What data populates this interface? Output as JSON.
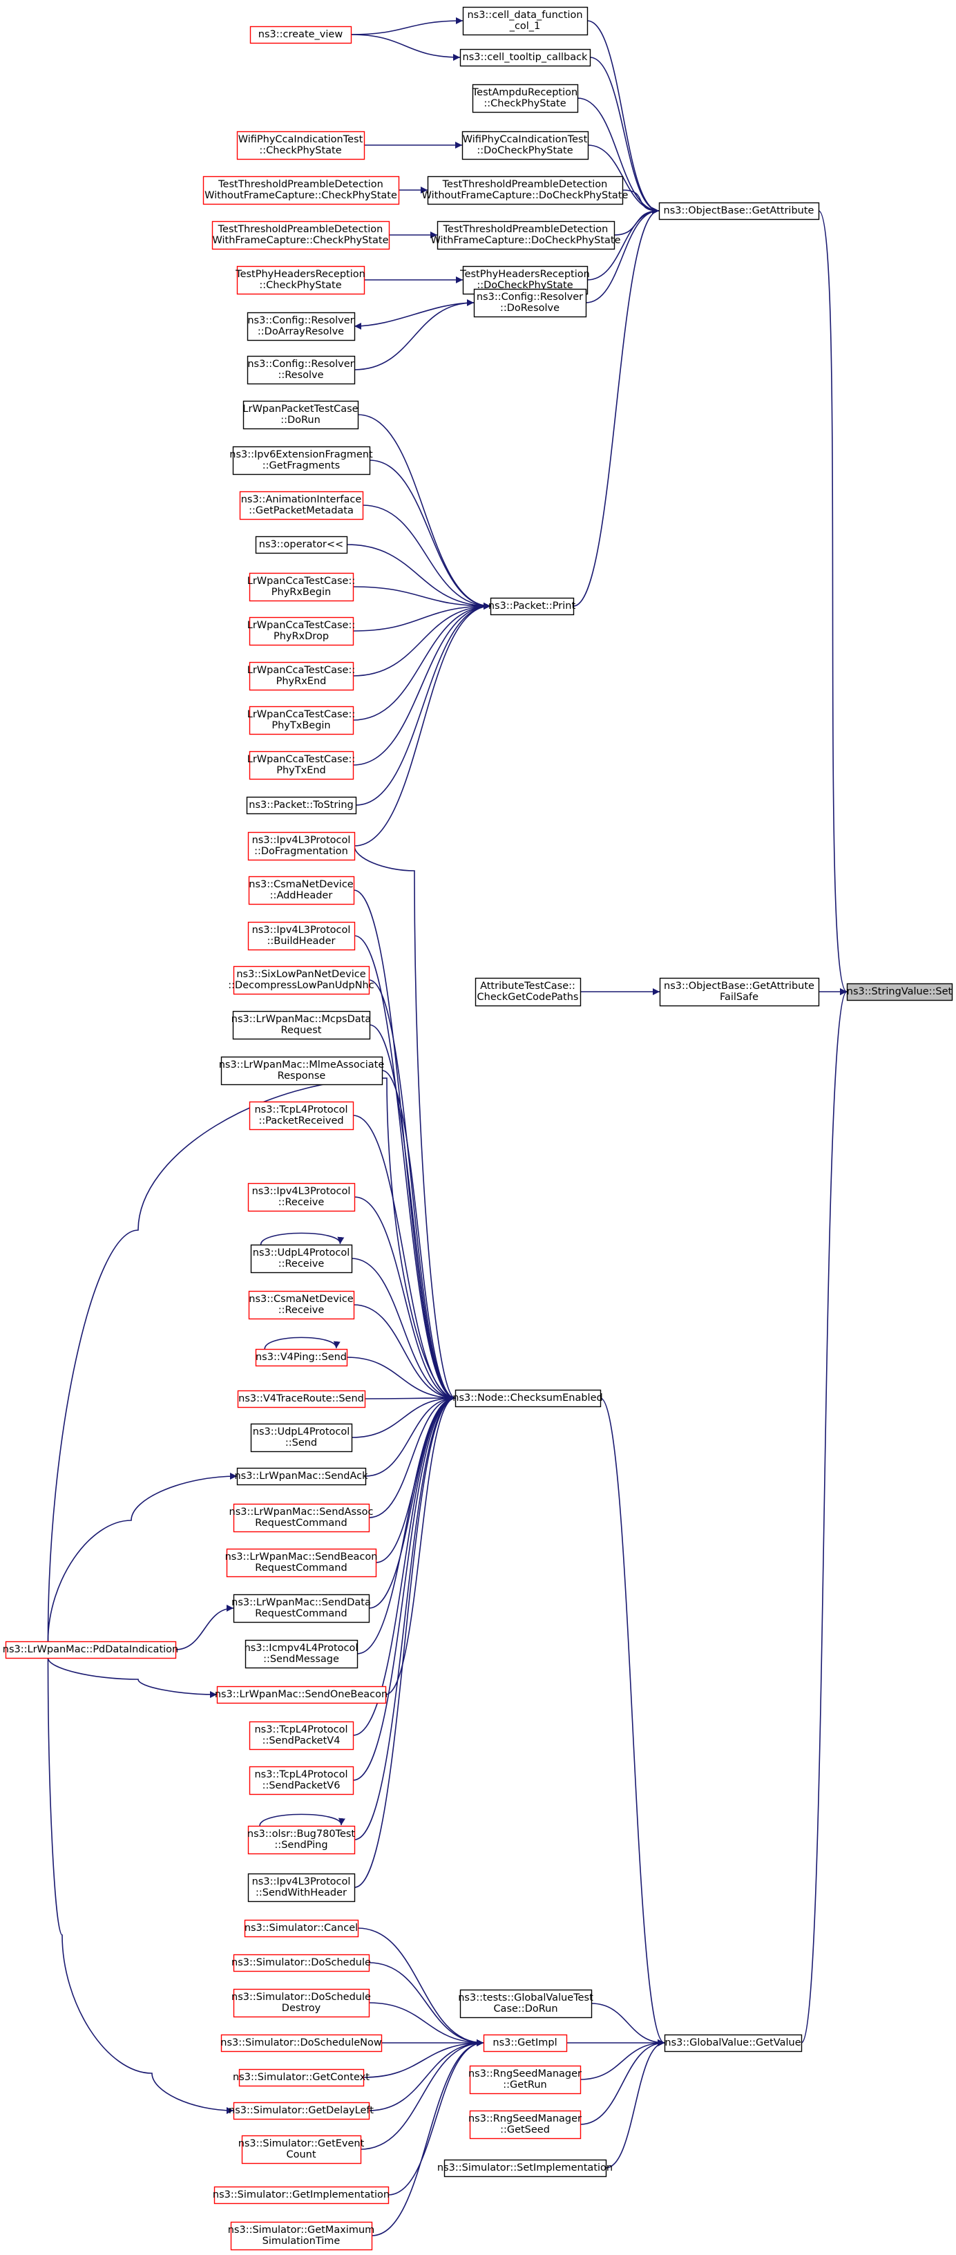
{
  "diagram": {
    "type": "caller-graph",
    "colors": {
      "edge": "#191970",
      "border_documented": "#000000",
      "border_undocumented": "#ff0000",
      "target_fill": "#bfbfbf",
      "node_fill": "#ffffff"
    },
    "nodes": [
      {
        "id": "stringvalue_set",
        "lines": [
          "ns3::StringValue::Set"
        ],
        "style": "target"
      },
      {
        "id": "getattribute",
        "lines": [
          "ns3::ObjectBase::GetAttribute"
        ],
        "style": "black"
      },
      {
        "id": "getattributefailsafe",
        "lines": [
          "ns3::ObjectBase::GetAttribute",
          "FailSafe"
        ],
        "style": "black"
      },
      {
        "id": "globalvalue_getvalue",
        "lines": [
          "ns3::GlobalValue::GetValue"
        ],
        "style": "black"
      },
      {
        "id": "cell_data_function",
        "lines": [
          "ns3::cell_data_function",
          "_col_1"
        ],
        "style": "black"
      },
      {
        "id": "create_view",
        "lines": [
          "ns3::create_view"
        ],
        "style": "red"
      },
      {
        "id": "cell_tooltip_callback",
        "lines": [
          "ns3::cell_tooltip_callback"
        ],
        "style": "black"
      },
      {
        "id": "ampdu_checkphystate",
        "lines": [
          "TestAmpduReception",
          "::CheckPhyState"
        ],
        "style": "black"
      },
      {
        "id": "wifi_cca_docheck",
        "lines": [
          "WifiPhyCcaIndicationTest",
          "::DoCheckPhyState"
        ],
        "style": "black"
      },
      {
        "id": "wifi_cca_check",
        "lines": [
          "WifiPhyCcaIndicationTest",
          "::CheckPhyState"
        ],
        "style": "red"
      },
      {
        "id": "tpdwo_docheck",
        "lines": [
          "TestThresholdPreambleDetection",
          "WithoutFrameCapture::DoCheckPhyState"
        ],
        "style": "black"
      },
      {
        "id": "tpdwo_check",
        "lines": [
          "TestThresholdPreambleDetection",
          "WithoutFrameCapture::CheckPhyState"
        ],
        "style": "red"
      },
      {
        "id": "tpdw_docheck",
        "lines": [
          "TestThresholdPreambleDetection",
          "WithFrameCapture::DoCheckPhyState"
        ],
        "style": "black"
      },
      {
        "id": "tpdw_check",
        "lines": [
          "TestThresholdPreambleDetection",
          "WithFrameCapture::CheckPhyState"
        ],
        "style": "red"
      },
      {
        "id": "phyheaders_docheck",
        "lines": [
          "TestPhyHeadersReception",
          "::DoCheckPhyState"
        ],
        "style": "black"
      },
      {
        "id": "phyheaders_check",
        "lines": [
          "TestPhyHeadersReception",
          "::CheckPhyState"
        ],
        "style": "red"
      },
      {
        "id": "config_doresolve",
        "lines": [
          "ns3::Config::Resolver",
          "::DoResolve"
        ],
        "style": "black"
      },
      {
        "id": "config_doarrayresolve",
        "lines": [
          "ns3::Config::Resolver",
          "::DoArrayResolve"
        ],
        "style": "black"
      },
      {
        "id": "config_resolve",
        "lines": [
          "ns3::Config::Resolver",
          "::Resolve"
        ],
        "style": "black"
      },
      {
        "id": "packet_print",
        "lines": [
          "ns3::Packet::Print"
        ],
        "style": "black"
      },
      {
        "id": "lrwpan_packet_dorun",
        "lines": [
          "LrWpanPacketTestCase",
          "::DoRun"
        ],
        "style": "black"
      },
      {
        "id": "ipv6_getfragments",
        "lines": [
          "ns3::Ipv6ExtensionFragment",
          "::GetFragments"
        ],
        "style": "black"
      },
      {
        "id": "anim_getpacketmetadata",
        "lines": [
          "ns3::AnimationInterface",
          "::GetPacketMetadata"
        ],
        "style": "red"
      },
      {
        "id": "operator_shift",
        "lines": [
          "ns3::operator<<"
        ],
        "style": "black"
      },
      {
        "id": "cca_phyrxbegin",
        "lines": [
          "LrWpanCcaTestCase::",
          "PhyRxBegin"
        ],
        "style": "red"
      },
      {
        "id": "cca_phyrxdrop",
        "lines": [
          "LrWpanCcaTestCase::",
          "PhyRxDrop"
        ],
        "style": "red"
      },
      {
        "id": "cca_phyrxend",
        "lines": [
          "LrWpanCcaTestCase::",
          "PhyRxEnd"
        ],
        "style": "red"
      },
      {
        "id": "cca_phytxbegin",
        "lines": [
          "LrWpanCcaTestCase::",
          "PhyTxBegin"
        ],
        "style": "red"
      },
      {
        "id": "cca_phytxend",
        "lines": [
          "LrWpanCcaTestCase::",
          "PhyTxEnd"
        ],
        "style": "red"
      },
      {
        "id": "packet_tostring",
        "lines": [
          "ns3::Packet::ToString"
        ],
        "style": "black"
      },
      {
        "id": "ipv4_dofrag",
        "lines": [
          "ns3::Ipv4L3Protocol",
          "::DoFragmentation"
        ],
        "style": "red"
      },
      {
        "id": "node_checksum",
        "lines": [
          "ns3::Node::ChecksumEnabled"
        ],
        "style": "black"
      },
      {
        "id": "csma_addheader",
        "lines": [
          "ns3::CsmaNetDevice",
          "::AddHeader"
        ],
        "style": "red"
      },
      {
        "id": "ipv4_buildheader",
        "lines": [
          "ns3::Ipv4L3Protocol",
          "::BuildHeader"
        ],
        "style": "red"
      },
      {
        "id": "sixlowpan_decompress",
        "lines": [
          "ns3::SixLowPanNetDevice",
          "::DecompressLowPanUdpNhc"
        ],
        "style": "red"
      },
      {
        "id": "lrwpan_mcpsdata",
        "lines": [
          "ns3::LrWpanMac::McpsData",
          "Request"
        ],
        "style": "black"
      },
      {
        "id": "lrwpan_mlmeassoc",
        "lines": [
          "ns3::LrWpanMac::MlmeAssociate",
          "Response"
        ],
        "style": "black"
      },
      {
        "id": "tcp_packetreceived",
        "lines": [
          "ns3::TcpL4Protocol",
          "::PacketReceived"
        ],
        "style": "red"
      },
      {
        "id": "ipv4_receive",
        "lines": [
          "ns3::Ipv4L3Protocol",
          "::Receive"
        ],
        "style": "red"
      },
      {
        "id": "udp_receive",
        "lines": [
          "ns3::UdpL4Protocol",
          "::Receive"
        ],
        "style": "black"
      },
      {
        "id": "csma_receive",
        "lines": [
          "ns3::CsmaNetDevice",
          "::Receive"
        ],
        "style": "red"
      },
      {
        "id": "v4ping_send",
        "lines": [
          "ns3::V4Ping::Send"
        ],
        "style": "red"
      },
      {
        "id": "v4traceroute_send",
        "lines": [
          "ns3::V4TraceRoute::Send"
        ],
        "style": "red"
      },
      {
        "id": "udp_send",
        "lines": [
          "ns3::UdpL4Protocol",
          "::Send"
        ],
        "style": "black"
      },
      {
        "id": "lrwpan_sendack",
        "lines": [
          "ns3::LrWpanMac::SendAck"
        ],
        "style": "black"
      },
      {
        "id": "lrwpan_sendassoc",
        "lines": [
          "ns3::LrWpanMac::SendAssoc",
          "RequestCommand"
        ],
        "style": "red"
      },
      {
        "id": "lrwpan_sendbeacon",
        "lines": [
          "ns3::LrWpanMac::SendBeacon",
          "RequestCommand"
        ],
        "style": "red"
      },
      {
        "id": "lrwpan_senddata",
        "lines": [
          "ns3::LrWpanMac::SendData",
          "RequestCommand"
        ],
        "style": "black"
      },
      {
        "id": "icmpv4_sendmessage",
        "lines": [
          "ns3::Icmpv4L4Protocol",
          "::SendMessage"
        ],
        "style": "black"
      },
      {
        "id": "lrwpan_sendonebeacon",
        "lines": [
          "ns3::LrWpanMac::SendOneBeacon"
        ],
        "style": "red"
      },
      {
        "id": "tcp_sendpacketv4",
        "lines": [
          "ns3::TcpL4Protocol",
          "::SendPacketV4"
        ],
        "style": "red"
      },
      {
        "id": "tcp_sendpacketv6",
        "lines": [
          "ns3::TcpL4Protocol",
          "::SendPacketV6"
        ],
        "style": "red"
      },
      {
        "id": "olsr_bug780",
        "lines": [
          "ns3::olsr::Bug780Test",
          "::SendPing"
        ],
        "style": "red"
      },
      {
        "id": "ipv4_sendwithheader",
        "lines": [
          "ns3::Ipv4L3Protocol",
          "::SendWithHeader"
        ],
        "style": "black"
      },
      {
        "id": "lrwpan_pddataindication",
        "lines": [
          "ns3::LrWpanMac::PdDataIndication"
        ],
        "style": "red"
      },
      {
        "id": "attrtest_checkget",
        "lines": [
          "AttributeTestCase::",
          "CheckGetCodePaths"
        ],
        "style": "black"
      },
      {
        "id": "globalvaluetest_dorun",
        "lines": [
          "ns3::tests::GlobalValueTest",
          "Case::DoRun"
        ],
        "style": "black"
      },
      {
        "id": "getimpl",
        "lines": [
          "ns3::GetImpl"
        ],
        "style": "red"
      },
      {
        "id": "rng_getrun",
        "lines": [
          "ns3::RngSeedManager",
          "::GetRun"
        ],
        "style": "red"
      },
      {
        "id": "rng_getseed",
        "lines": [
          "ns3::RngSeedManager",
          "::GetSeed"
        ],
        "style": "red"
      },
      {
        "id": "sim_setimpl",
        "lines": [
          "ns3::Simulator::SetImplementation"
        ],
        "style": "black"
      },
      {
        "id": "sim_cancel",
        "lines": [
          "ns3::Simulator::Cancel"
        ],
        "style": "red"
      },
      {
        "id": "sim_doschedule",
        "lines": [
          "ns3::Simulator::DoSchedule"
        ],
        "style": "red"
      },
      {
        "id": "sim_doscheduledestroy",
        "lines": [
          "ns3::Simulator::DoSchedule",
          "Destroy"
        ],
        "style": "red"
      },
      {
        "id": "sim_doschedulenow",
        "lines": [
          "ns3::Simulator::DoScheduleNow"
        ],
        "style": "red"
      },
      {
        "id": "sim_getcontext",
        "lines": [
          "ns3::Simulator::GetContext"
        ],
        "style": "red"
      },
      {
        "id": "sim_getdelayleft",
        "lines": [
          "ns3::Simulator::GetDelayLeft"
        ],
        "style": "red"
      },
      {
        "id": "sim_geteventcount",
        "lines": [
          "ns3::Simulator::GetEvent",
          "Count"
        ],
        "style": "red"
      },
      {
        "id": "sim_getimplementation",
        "lines": [
          "ns3::Simulator::GetImplementation"
        ],
        "style": "red"
      },
      {
        "id": "sim_getmaxsimtime",
        "lines": [
          "ns3::Simulator::GetMaximum",
          "SimulationTime"
        ],
        "style": "red"
      }
    ],
    "edges": [
      {
        "from": "getattribute",
        "to": "stringvalue_set"
      },
      {
        "from": "getattributefailsafe",
        "to": "stringvalue_set"
      },
      {
        "from": "globalvalue_getvalue",
        "to": "stringvalue_set"
      },
      {
        "from": "cell_data_function",
        "to": "getattribute"
      },
      {
        "from": "create_view",
        "to": "cell_data_function"
      },
      {
        "from": "create_view",
        "to": "cell_tooltip_callback"
      },
      {
        "from": "cell_tooltip_callback",
        "to": "getattribute"
      },
      {
        "from": "ampdu_checkphystate",
        "to": "getattribute"
      },
      {
        "from": "wifi_cca_docheck",
        "to": "getattribute"
      },
      {
        "from": "wifi_cca_check",
        "to": "wifi_cca_docheck"
      },
      {
        "from": "tpdwo_docheck",
        "to": "getattribute"
      },
      {
        "from": "tpdwo_check",
        "to": "tpdwo_docheck"
      },
      {
        "from": "tpdw_docheck",
        "to": "getattribute"
      },
      {
        "from": "tpdw_check",
        "to": "tpdw_docheck"
      },
      {
        "from": "phyheaders_docheck",
        "to": "getattribute"
      },
      {
        "from": "phyheaders_check",
        "to": "phyheaders_docheck"
      },
      {
        "from": "config_doresolve",
        "to": "getattribute"
      },
      {
        "from": "config_doresolve",
        "to": "config_doresolve"
      },
      {
        "from": "config_doresolve",
        "to": "config_doarrayresolve"
      },
      {
        "from": "config_resolve",
        "to": "config_doresolve"
      },
      {
        "from": "packet_print",
        "to": "getattribute"
      },
      {
        "from": "lrwpan_packet_dorun",
        "to": "packet_print"
      },
      {
        "from": "ipv6_getfragments",
        "to": "packet_print"
      },
      {
        "from": "anim_getpacketmetadata",
        "to": "packet_print"
      },
      {
        "from": "operator_shift",
        "to": "packet_print"
      },
      {
        "from": "cca_phyrxbegin",
        "to": "packet_print"
      },
      {
        "from": "cca_phyrxdrop",
        "to": "packet_print"
      },
      {
        "from": "cca_phyrxend",
        "to": "packet_print"
      },
      {
        "from": "cca_phytxbegin",
        "to": "packet_print"
      },
      {
        "from": "cca_phytxend",
        "to": "packet_print"
      },
      {
        "from": "packet_tostring",
        "to": "packet_print"
      },
      {
        "from": "ipv4_dofrag",
        "to": "packet_print"
      },
      {
        "from": "attrtest_checkget",
        "to": "getattributefailsafe"
      },
      {
        "from": "node_checksum",
        "to": "globalvalue_getvalue"
      },
      {
        "from": "ipv4_dofrag",
        "to": "node_checksum"
      },
      {
        "from": "csma_addheader",
        "to": "node_checksum"
      },
      {
        "from": "ipv4_buildheader",
        "to": "node_checksum"
      },
      {
        "from": "sixlowpan_decompress",
        "to": "node_checksum"
      },
      {
        "from": "lrwpan_mcpsdata",
        "to": "node_checksum"
      },
      {
        "from": "lrwpan_mlmeassoc",
        "to": "node_checksum"
      },
      {
        "from": "tcp_packetreceived",
        "to": "node_checksum"
      },
      {
        "from": "ipv4_receive",
        "to": "node_checksum"
      },
      {
        "from": "udp_receive",
        "to": "node_checksum"
      },
      {
        "from": "udp_receive",
        "to": "udp_receive"
      },
      {
        "from": "csma_receive",
        "to": "node_checksum"
      },
      {
        "from": "v4ping_send",
        "to": "node_checksum"
      },
      {
        "from": "v4ping_send",
        "to": "v4ping_send"
      },
      {
        "from": "v4traceroute_send",
        "to": "node_checksum"
      },
      {
        "from": "udp_send",
        "to": "node_checksum"
      },
      {
        "from": "lrwpan_sendack",
        "to": "node_checksum"
      },
      {
        "from": "lrwpan_sendassoc",
        "to": "node_checksum"
      },
      {
        "from": "lrwpan_sendbeacon",
        "to": "node_checksum"
      },
      {
        "from": "lrwpan_senddata",
        "to": "node_checksum"
      },
      {
        "from": "icmpv4_sendmessage",
        "to": "node_checksum"
      },
      {
        "from": "lrwpan_sendonebeacon",
        "to": "node_checksum"
      },
      {
        "from": "tcp_sendpacketv4",
        "to": "node_checksum"
      },
      {
        "from": "tcp_sendpacketv6",
        "to": "node_checksum"
      },
      {
        "from": "olsr_bug780",
        "to": "node_checksum"
      },
      {
        "from": "olsr_bug780",
        "to": "olsr_bug780"
      },
      {
        "from": "ipv4_sendwithheader",
        "to": "node_checksum"
      },
      {
        "from": "lrwpan_pddataindication",
        "to": "node_checksum"
      },
      {
        "from": "lrwpan_pddataindication",
        "to": "lrwpan_sendack"
      },
      {
        "from": "lrwpan_pddataindication",
        "to": "lrwpan_senddata"
      },
      {
        "from": "lrwpan_pddataindication",
        "to": "lrwpan_sendonebeacon"
      },
      {
        "from": "lrwpan_pddataindication",
        "to": "sim_getdelayleft"
      },
      {
        "from": "globalvaluetest_dorun",
        "to": "globalvalue_getvalue"
      },
      {
        "from": "getimpl",
        "to": "globalvalue_getvalue"
      },
      {
        "from": "rng_getrun",
        "to": "globalvalue_getvalue"
      },
      {
        "from": "rng_getseed",
        "to": "globalvalue_getvalue"
      },
      {
        "from": "sim_setimpl",
        "to": "globalvalue_getvalue"
      },
      {
        "from": "sim_cancel",
        "to": "getimpl"
      },
      {
        "from": "sim_doschedule",
        "to": "getimpl"
      },
      {
        "from": "sim_doscheduledestroy",
        "to": "getimpl"
      },
      {
        "from": "sim_doschedulenow",
        "to": "getimpl"
      },
      {
        "from": "sim_getcontext",
        "to": "getimpl"
      },
      {
        "from": "sim_getdelayleft",
        "to": "getimpl"
      },
      {
        "from": "sim_geteventcount",
        "to": "getimpl"
      },
      {
        "from": "sim_getimplementation",
        "to": "getimpl"
      },
      {
        "from": "sim_getmaxsimtime",
        "to": "getimpl"
      }
    ]
  }
}
